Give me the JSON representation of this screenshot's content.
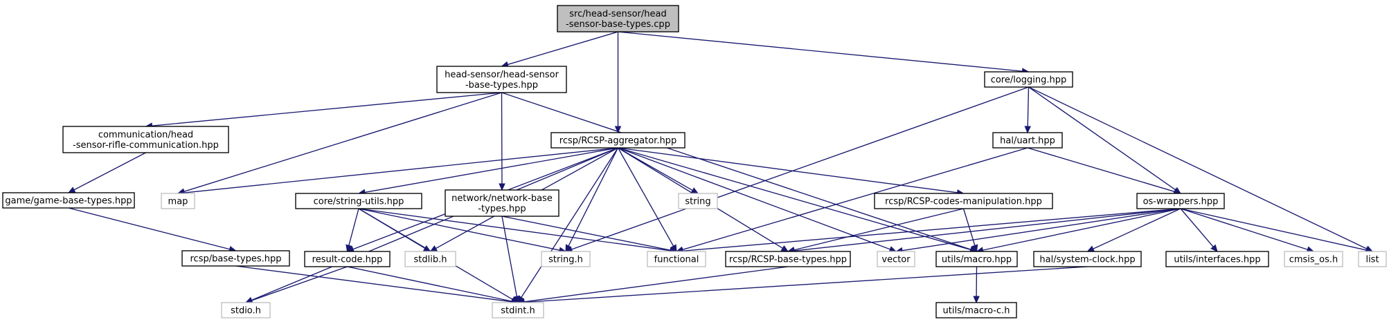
{
  "colors": {
    "edge": "#191970",
    "main_node_fill": "#bfbfbf",
    "main_node_stroke": "#000000",
    "node_fill": "#ffffff",
    "node_stroke": "#000000",
    "external_node_stroke": "#bfbfbf",
    "external_text": "#000000"
  },
  "nodes": {
    "root": {
      "label": [
        "src/head-sensor/head",
        "-sensor-base-types.cpp"
      ]
    },
    "hs_types": {
      "label": [
        "head-sensor/head-sensor",
        "-base-types.hpp"
      ]
    },
    "logging": {
      "label": [
        "core/logging.hpp"
      ]
    },
    "comm": {
      "label": [
        "communication/head",
        "-sensor-rifle-communication.hpp"
      ]
    },
    "aggregator": {
      "label": [
        "rcsp/RCSP-aggregator.hpp"
      ]
    },
    "uart": {
      "label": [
        "hal/uart.hpp"
      ]
    },
    "game": {
      "label": [
        "game/game-base-types.hpp"
      ]
    },
    "map": {
      "label": [
        "map"
      ]
    },
    "strutils": {
      "label": [
        "core/string-utils.hpp"
      ]
    },
    "netbase": {
      "label": [
        "network/network-base",
        "-types.hpp"
      ]
    },
    "string": {
      "label": [
        "string"
      ]
    },
    "codes": {
      "label": [
        "rcsp/RCSP-codes-manipulation.hpp"
      ]
    },
    "oswrap": {
      "label": [
        "os-wrappers.hpp"
      ]
    },
    "rcspbase": {
      "label": [
        "rcsp/base-types.hpp"
      ]
    },
    "result": {
      "label": [
        "result-code.hpp"
      ]
    },
    "stdlib": {
      "label": [
        "stdlib.h"
      ]
    },
    "stringh": {
      "label": [
        "string.h"
      ]
    },
    "functional": {
      "label": [
        "functional"
      ]
    },
    "rcspB": {
      "label": [
        "rcsp/RCSP-base-types.hpp"
      ]
    },
    "vector": {
      "label": [
        "vector"
      ]
    },
    "macro": {
      "label": [
        "utils/macro.hpp"
      ]
    },
    "sysclock": {
      "label": [
        "hal/system-clock.hpp"
      ]
    },
    "interfaces": {
      "label": [
        "utils/interfaces.hpp"
      ]
    },
    "cmsis": {
      "label": [
        "cmsis_os.h"
      ]
    },
    "list": {
      "label": [
        "list"
      ]
    },
    "stdio": {
      "label": [
        "stdio.h"
      ]
    },
    "stdint": {
      "label": [
        "stdint.h"
      ]
    },
    "macroc": {
      "label": [
        "utils/macro-c.h"
      ]
    }
  },
  "edges": [
    [
      "root",
      "hs_types"
    ],
    [
      "root",
      "aggregator"
    ],
    [
      "root",
      "logging"
    ],
    [
      "hs_types",
      "comm"
    ],
    [
      "hs_types",
      "map"
    ],
    [
      "hs_types",
      "netbase"
    ],
    [
      "hs_types",
      "macro"
    ],
    [
      "logging",
      "uart"
    ],
    [
      "logging",
      "oswrap"
    ],
    [
      "logging",
      "stringh"
    ],
    [
      "logging",
      "list"
    ],
    [
      "comm",
      "game"
    ],
    [
      "game",
      "rcspbase"
    ],
    [
      "aggregator",
      "map"
    ],
    [
      "aggregator",
      "strutils"
    ],
    [
      "aggregator",
      "string"
    ],
    [
      "aggregator",
      "codes"
    ],
    [
      "aggregator",
      "result"
    ],
    [
      "aggregator",
      "stdlib"
    ],
    [
      "aggregator",
      "stringh"
    ],
    [
      "aggregator",
      "functional"
    ],
    [
      "aggregator",
      "rcspB"
    ],
    [
      "aggregator",
      "vector"
    ],
    [
      "aggregator",
      "macro"
    ],
    [
      "aggregator",
      "stdio"
    ],
    [
      "aggregator",
      "stdint"
    ],
    [
      "uart",
      "functional"
    ],
    [
      "uart",
      "oswrap"
    ],
    [
      "strutils",
      "result"
    ],
    [
      "strutils",
      "stdlib"
    ],
    [
      "strutils",
      "stringh"
    ],
    [
      "strutils",
      "functional"
    ],
    [
      "strutils",
      "stdint"
    ],
    [
      "netbase",
      "functional"
    ],
    [
      "netbase",
      "stdint"
    ],
    [
      "codes",
      "rcspB"
    ],
    [
      "codes",
      "macro"
    ],
    [
      "oswrap",
      "functional"
    ],
    [
      "oswrap",
      "rcspB"
    ],
    [
      "oswrap",
      "vector"
    ],
    [
      "oswrap",
      "macro"
    ],
    [
      "oswrap",
      "sysclock"
    ],
    [
      "oswrap",
      "interfaces"
    ],
    [
      "oswrap",
      "cmsis"
    ],
    [
      "oswrap",
      "list"
    ],
    [
      "rcspbase",
      "stdint"
    ],
    [
      "result",
      "stdio"
    ],
    [
      "result",
      "stdint"
    ],
    [
      "rcspB",
      "stdint"
    ],
    [
      "macro",
      "macroc"
    ],
    [
      "sysclock",
      "stdint"
    ]
  ]
}
